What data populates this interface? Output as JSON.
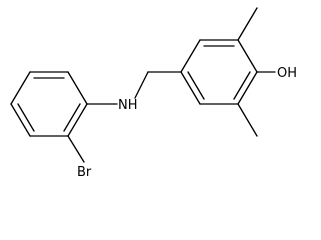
{
  "molecule": {
    "atoms": {
      "nh": "NH",
      "oh": "OH",
      "br": "Br"
    }
  }
}
